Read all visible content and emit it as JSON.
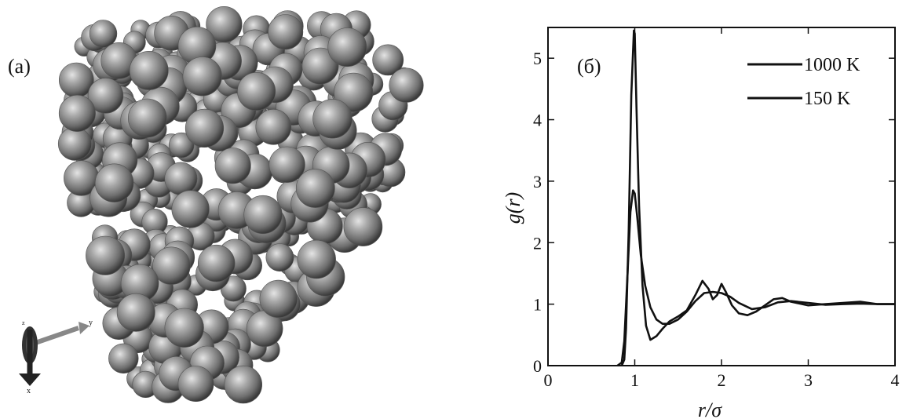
{
  "panel_a": {
    "label": "(a)",
    "axis_labels": {
      "y": "y",
      "x": "x",
      "z": "z"
    }
  },
  "chart_data": {
    "type": "line",
    "panel_label": "(б)",
    "xlabel": "r/σ",
    "ylabel": "g(r)",
    "xlim": [
      0,
      4
    ],
    "ylim": [
      0,
      5.5
    ],
    "xticks": [
      0,
      1,
      2,
      3,
      4
    ],
    "yticks": [
      0,
      1,
      2,
      3,
      4,
      5
    ],
    "legend_position": "top-right",
    "series": [
      {
        "name": "1000 K",
        "x": [
          0.8,
          0.85,
          0.88,
          0.92,
          0.95,
          0.98,
          1.0,
          1.03,
          1.07,
          1.12,
          1.18,
          1.25,
          1.32,
          1.4,
          1.5,
          1.6,
          1.7,
          1.8,
          1.9,
          2.0,
          2.1,
          2.2,
          2.35,
          2.5,
          2.65,
          2.8,
          3.0,
          3.2,
          3.4,
          3.6,
          3.8,
          4.0
        ],
        "y": [
          0.0,
          0.05,
          0.4,
          1.6,
          2.5,
          2.85,
          2.8,
          2.4,
          1.8,
          1.3,
          0.95,
          0.75,
          0.68,
          0.68,
          0.75,
          0.88,
          1.05,
          1.18,
          1.2,
          1.18,
          1.12,
          1.02,
          0.92,
          0.95,
          1.03,
          1.05,
          1.02,
          0.99,
          1.0,
          1.01,
          1.0,
          1.0
        ]
      },
      {
        "name": "150 K",
        "x": [
          0.85,
          0.88,
          0.9,
          0.93,
          0.96,
          0.99,
          1.0,
          1.02,
          1.05,
          1.09,
          1.13,
          1.18,
          1.25,
          1.32,
          1.4,
          1.5,
          1.6,
          1.7,
          1.78,
          1.85,
          1.9,
          1.95,
          2.0,
          2.05,
          2.12,
          2.2,
          2.3,
          2.4,
          2.5,
          2.6,
          2.7,
          2.8,
          3.0,
          3.2,
          3.4,
          3.6,
          3.8,
          4.0
        ],
        "y": [
          0.0,
          0.1,
          0.6,
          2.2,
          4.4,
          5.45,
          5.4,
          4.2,
          2.6,
          1.3,
          0.65,
          0.42,
          0.48,
          0.6,
          0.72,
          0.8,
          0.9,
          1.15,
          1.38,
          1.25,
          1.08,
          1.15,
          1.33,
          1.2,
          0.98,
          0.85,
          0.82,
          0.88,
          0.98,
          1.08,
          1.1,
          1.04,
          0.98,
          1.0,
          1.02,
          1.04,
          1.0,
          1.0
        ]
      }
    ]
  }
}
